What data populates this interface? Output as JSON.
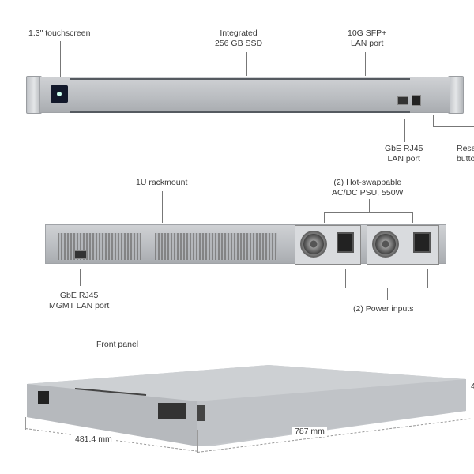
{
  "front_view": {
    "touchscreen": "1.3\" touchscreen",
    "ssd": [
      "Integrated",
      "256 GB SSD"
    ],
    "sfp": [
      "10G SFP+",
      "LAN port"
    ],
    "rj45": [
      "GbE RJ45",
      "LAN port"
    ],
    "reset": [
      "Reset",
      "button"
    ]
  },
  "rear_view": {
    "rackmount": "1U rackmount",
    "psu": [
      "(2) Hot-swappable",
      "AC/DC PSU, 550W"
    ],
    "mgmt": [
      "GbE RJ45",
      "MGMT LAN port"
    ],
    "power_inputs": "(2) Power inputs"
  },
  "iso_view": {
    "front_panel": "Front panel",
    "width": "481.4 mm",
    "depth": "787 mm",
    "height_partial": "4"
  }
}
